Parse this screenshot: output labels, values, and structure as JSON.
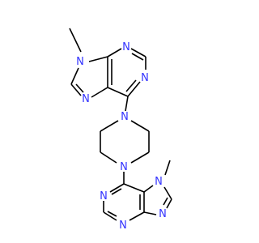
{
  "molecule": {
    "atom_labels": {
      "n1": "N",
      "n2": "N",
      "n3": "N",
      "n4": "N",
      "n5": "N",
      "n6": "N",
      "n7": "N",
      "n8": "N",
      "n9": "N",
      "n10": "N"
    },
    "colors": {
      "bond": "#000000",
      "nitrogen": "#3333ff",
      "background": "#ffffff"
    }
  }
}
